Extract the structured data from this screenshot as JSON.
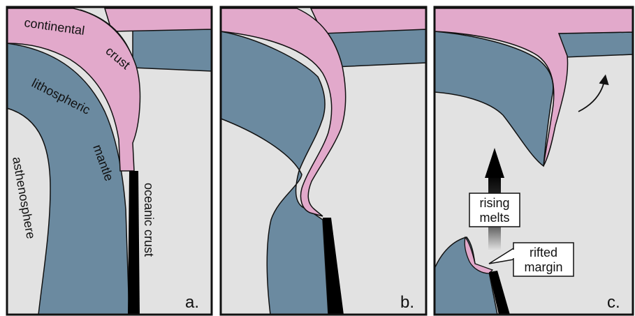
{
  "colors": {
    "background": "#ffffff",
    "asthenosphere": "#e2e2e2",
    "lithospheric_mantle": "#6b8aa0",
    "continental_crust": "#e2a9cb",
    "oceanic_crust": "#000000",
    "outline": "#111111",
    "sediment": "#dcdcd4"
  },
  "panel_a": {
    "letter": "a.",
    "labels": {
      "continental": "continental",
      "crust": "crust",
      "lithospheric": "lithospheric",
      "mantle": "mantle",
      "asthenosphere": "asthenosphere",
      "oceanic_crust": "oceanic crust"
    }
  },
  "panel_b": {
    "letter": "b."
  },
  "panel_c": {
    "letter": "c.",
    "rising_line1": "rising",
    "rising_line2": "melts",
    "rifted_line1": "rifted",
    "rifted_line2": "margin"
  }
}
